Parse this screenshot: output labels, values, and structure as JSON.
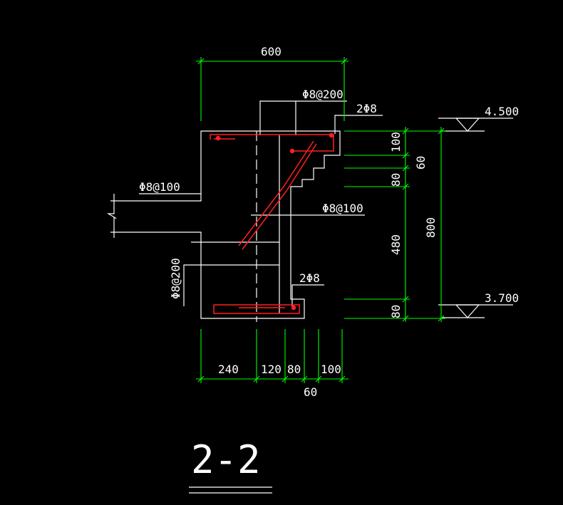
{
  "colors": {
    "background": "#000000",
    "outline": "#ffffff",
    "rebar": "#ff2020",
    "dimension": "#00ff00"
  },
  "labels": {
    "top_width": "600",
    "stirrup_top": "Φ8@200",
    "bars_top": "2Φ8",
    "slab_bar": "Φ8@100",
    "web_bar": "Φ8@100",
    "stirrup_left": "Φ8@200",
    "bars_bottom": "2Φ8",
    "elev_top": "4.500",
    "elev_bottom": "3.700",
    "dim_100": "100",
    "dim_60_right": "60",
    "dim_80_upper": "80",
    "dim_480": "480",
    "dim_80_lower": "80",
    "dim_800": "800",
    "dim_240": "240",
    "dim_120": "120",
    "dim_80_bottom": "80",
    "dim_100_bottom": "100",
    "dim_60_bottom": "60",
    "section_title": "2-2"
  }
}
